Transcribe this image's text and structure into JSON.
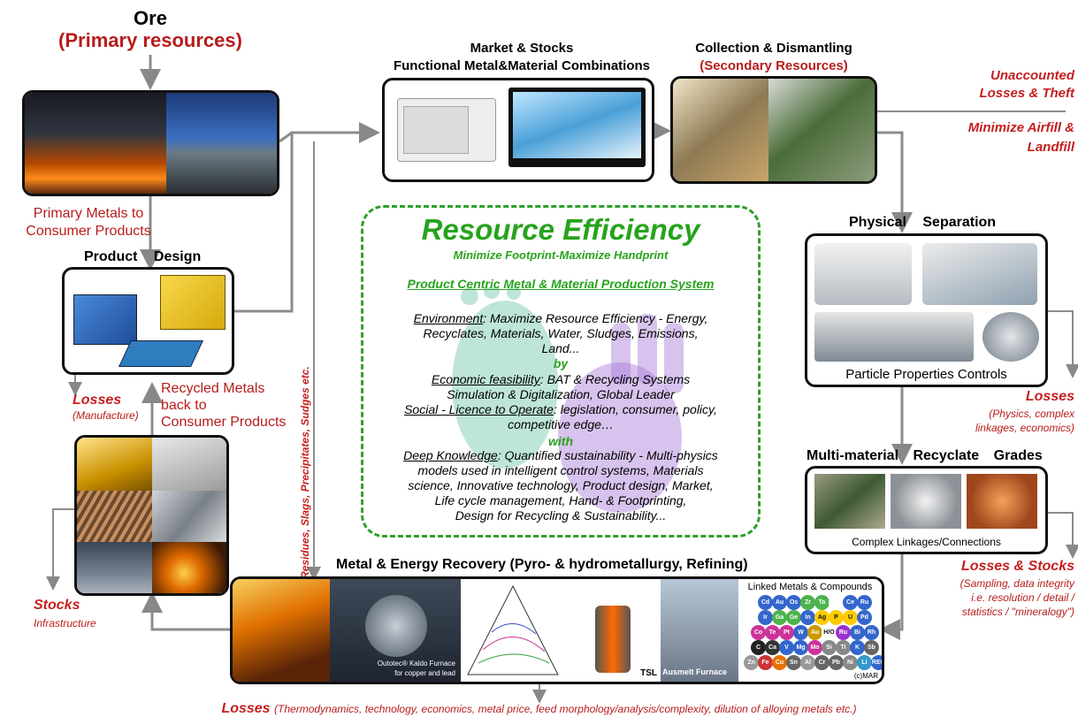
{
  "ore": {
    "title": "Ore",
    "subtitle": "(Primary resources)"
  },
  "primary_metals": {
    "line1": "Primary Metals to",
    "line2": "Consumer Products"
  },
  "market": {
    "line1": "Market & Stocks",
    "line2": "Functional Metal&Material Combinations"
  },
  "collection": {
    "line1": "Collection & Dismantling",
    "line2": "(Secondary Resources)"
  },
  "unaccounted": {
    "line1": "Unaccounted",
    "line2": "Losses & Theft"
  },
  "minimize_fill": {
    "line1": "Minimize Airfill &",
    "line2": "Landfill"
  },
  "product_design": {
    "label": "Product Design"
  },
  "physical_separation": {
    "label": "Physical Separation",
    "caption": "Particle Properties Controls"
  },
  "losses_manufacture": {
    "title": "Losses",
    "sub": "(Manufacture)"
  },
  "recycled_metals": {
    "line1": "Recycled Metals",
    "line2": "back to",
    "line3": "Consumer Products"
  },
  "losses_physics": {
    "title": "Losses",
    "sub1": "(Physics, complex",
    "sub2": "linkages, economics)"
  },
  "multimaterial": {
    "label": "Multi-material Recyclate Grades",
    "caption": "Complex Linkages/Connections"
  },
  "losses_stocks": {
    "title": "Losses & Stocks",
    "sub1": "(Sampling, data integrity",
    "sub2": "i.e. resolution / detail /",
    "sub3": "statistics / \"mineralogy\")"
  },
  "stocks": {
    "title": "Stocks",
    "sub": "Infrastructure"
  },
  "residues": {
    "label": "Residues, Slags, Precipitates, Sudges etc."
  },
  "recovery": {
    "label": "Metal & Energy Recovery (Pyro- & hydrometallurgy, Refining)",
    "kaldo_caption1": "Outotec® Kaldo Furnace",
    "kaldo_caption2": "for copper and lead",
    "tsl": "TSL",
    "ausmelt": "Ausmelt Furnace",
    "linked_title": "Linked Metals & Compounds",
    "copyright": "(c)MAR",
    "elements": [
      {
        "s": "Cd",
        "c": "#3366cc"
      },
      {
        "s": "Au",
        "c": "#3366cc"
      },
      {
        "s": "Os",
        "c": "#3366cc"
      },
      {
        "s": "Zr",
        "c": "#4db34d"
      },
      {
        "s": "Ta",
        "c": "#4db34d"
      },
      {
        "s": "",
        "c": "#ffffff"
      },
      {
        "s": "Ce",
        "c": "#3366cc"
      },
      {
        "s": "Ru",
        "c": "#3366cc"
      },
      {
        "s": "Ir",
        "c": "#3366cc"
      },
      {
        "s": "Ga",
        "c": "#4db34d"
      },
      {
        "s": "Ge",
        "c": "#4db34d"
      },
      {
        "s": "In",
        "c": "#3366cc"
      },
      {
        "s": "Ag",
        "c": "#ffcc00"
      },
      {
        "s": "P",
        "c": "#ffcc00"
      },
      {
        "s": "U",
        "c": "#ffcc00"
      },
      {
        "s": "Pd",
        "c": "#3366cc"
      },
      {
        "s": "Co",
        "c": "#cc3399"
      },
      {
        "s": "Te",
        "c": "#cc3399"
      },
      {
        "s": "Pt",
        "c": "#cc3399"
      },
      {
        "s": "W",
        "c": "#3366cc"
      },
      {
        "s": "Au",
        "c": "#cc9900"
      },
      {
        "s": "H/O",
        "c": "#ffffff"
      },
      {
        "s": "Ru",
        "c": "#9933cc"
      },
      {
        "s": "Bi",
        "c": "#3366cc"
      },
      {
        "s": "Rh",
        "c": "#3366cc"
      },
      {
        "s": "C",
        "c": "#222222"
      },
      {
        "s": "Ca",
        "c": "#333333"
      },
      {
        "s": "V",
        "c": "#3366cc"
      },
      {
        "s": "Mg",
        "c": "#3366cc"
      },
      {
        "s": "Mo",
        "c": "#cc3399"
      },
      {
        "s": "Si",
        "c": "#888888"
      },
      {
        "s": "Ti",
        "c": "#888888"
      },
      {
        "s": "K",
        "c": "#3366cc"
      },
      {
        "s": "Sb",
        "c": "#666666"
      },
      {
        "s": "Zn",
        "c": "#999999"
      },
      {
        "s": "Fe",
        "c": "#cc3333"
      },
      {
        "s": "Cu",
        "c": "#e67300"
      },
      {
        "s": "Sn",
        "c": "#666666"
      },
      {
        "s": "Al",
        "c": "#999999"
      },
      {
        "s": "Cr",
        "c": "#666666"
      },
      {
        "s": "Pb",
        "c": "#666666"
      },
      {
        "s": "Ni",
        "c": "#888888"
      },
      {
        "s": "Li",
        "c": "#3399cc"
      },
      {
        "s": "REO",
        "c": "#3366cc"
      }
    ]
  },
  "bottom_losses": {
    "title": "Losses",
    "detail": "(Thermodynamics, technology, economics, metal price, feed morphology/analysis/complexity, dilution of alloying metals etc.)"
  },
  "center": {
    "title": "Resource Efficiency",
    "subtitle": "Minimize Footprint-Maximize Handprint",
    "system": "Product Centric Metal & Material Production System",
    "env_head": "Environment",
    "env_text1": ": Maximize Resource Efficiency - Energy,",
    "env_text2": "Recyclates, Materials,  Water, Sludges, Emissions,",
    "env_text3": "Land...",
    "by": "by",
    "econ_head": "Economic feasibility",
    "econ_text1": ": BAT & Recycling Systems",
    "econ_text2": "Simulation & Digitalization, Global Leader",
    "social_head": "Social - Licence to Operate",
    "social_text1": ": legislation, consumer, policy,",
    "social_text2": "competitive edge…",
    "with": "with",
    "deep_head": "Deep Knowledge",
    "deep_text1": ": Quantified sustainability - Multi-physics",
    "deep_text2": "models used in intelligent control systems, Materials",
    "deep_text3": "science, Innovative technology, Product design, Market,",
    "deep_text4": "Life cycle management, Hand- & Footprinting,",
    "deep_text5": "Design for Recycling & Sustainability..."
  }
}
